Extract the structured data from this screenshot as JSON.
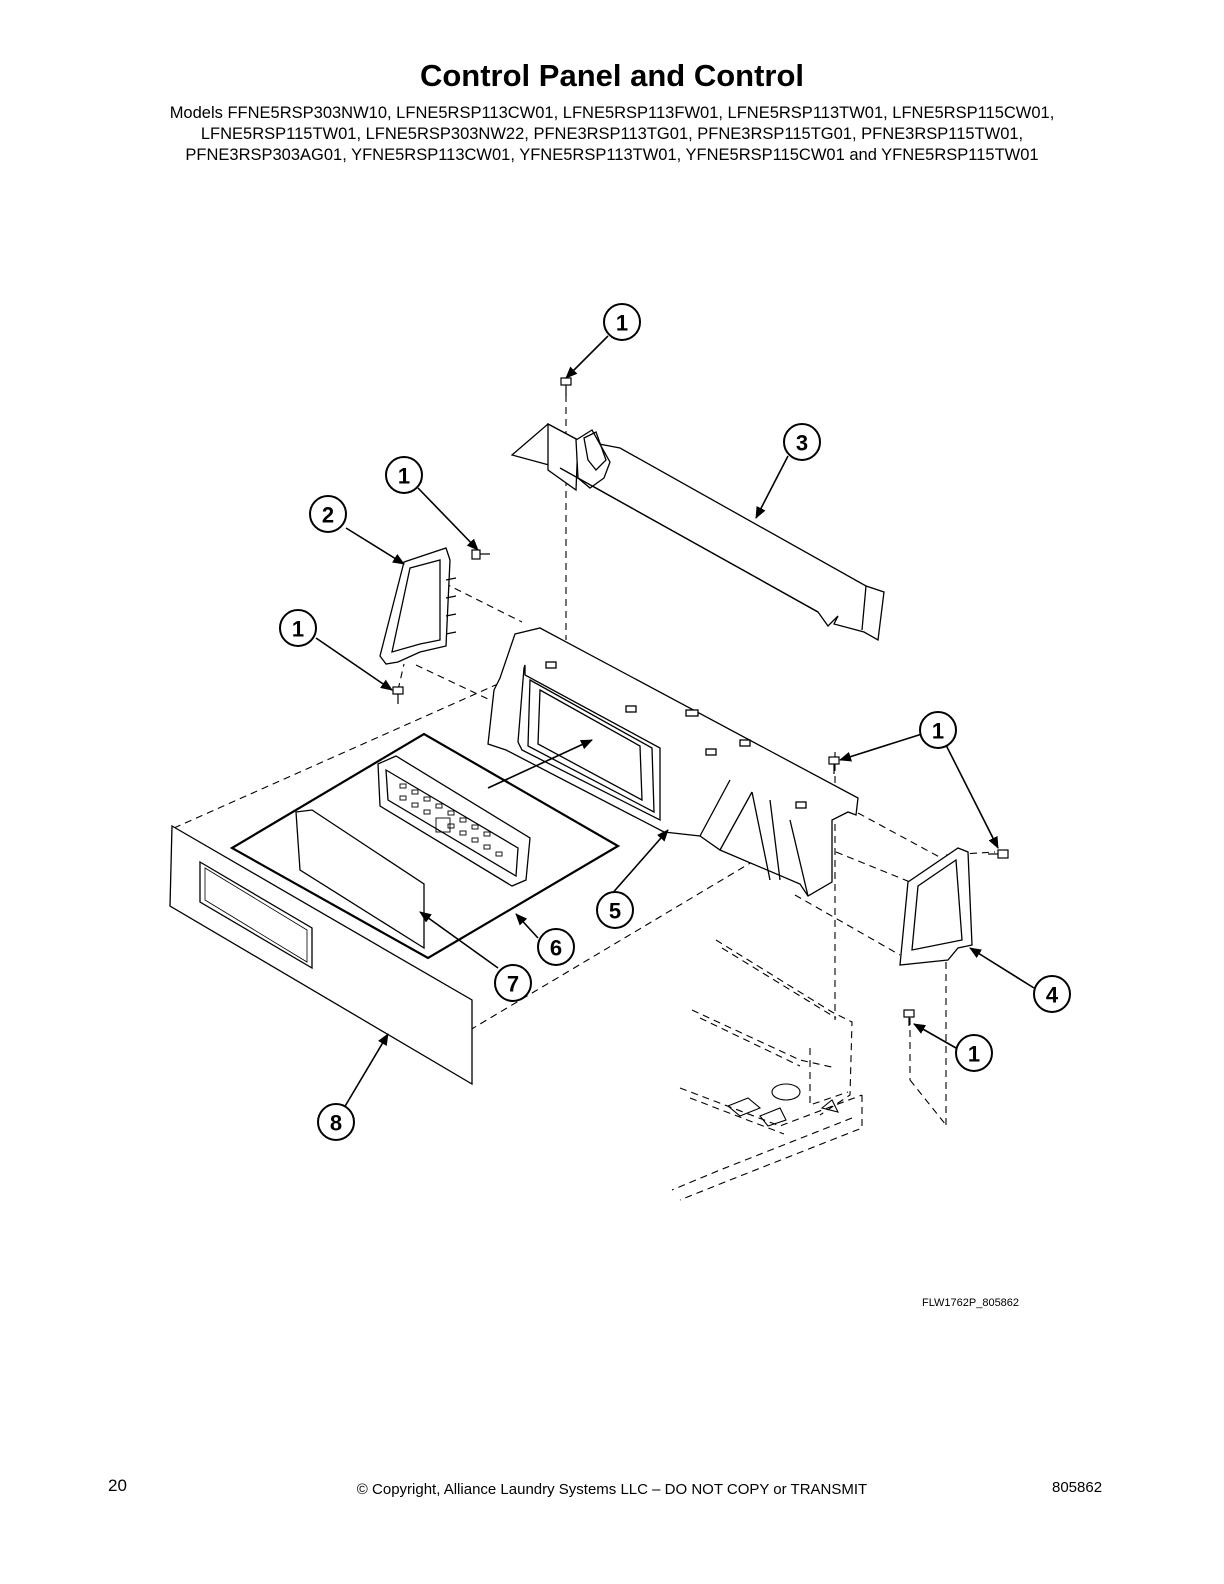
{
  "title": "Control Panel and Control",
  "models": {
    "line1": "Models FFNE5RSP303NW10, LFNE5RSP113CW01, LFNE5RSP113FW01, LFNE5RSP113TW01, LFNE5RSP115CW01,",
    "line2": "LFNE5RSP115TW01, LFNE5RSP303NW22, PFNE3RSP113TG01, PFNE3RSP115TG01, PFNE3RSP115TW01,",
    "line3": "PFNE3RSP303AG01, YFNE5RSP113CW01, YFNE5RSP113TW01, YFNE5RSP115CW01 and YFNE5RSP115TW01"
  },
  "callouts": {
    "c1": "1",
    "c2": "2",
    "c3": "3",
    "c4": "4",
    "c5": "5",
    "c6": "6",
    "c7": "7",
    "c8": "8"
  },
  "figure_id": "FLW1762P_805862",
  "footer": {
    "page_number": "20",
    "copyright": "© Copyright, Alliance Laundry Systems LLC – DO NOT COPY or TRANSMIT",
    "doc_number": "805862"
  }
}
